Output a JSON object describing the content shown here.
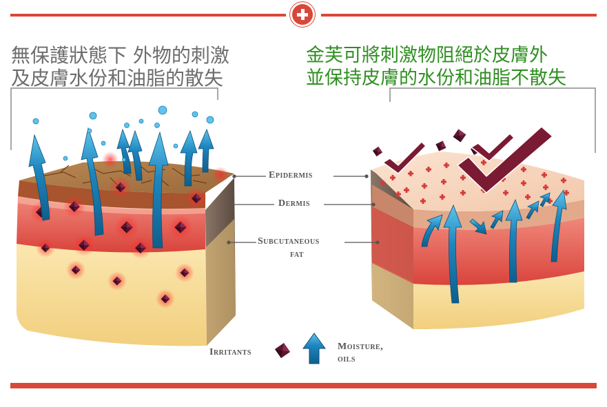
{
  "title_left": [
    "無保護狀態下 外物的刺激",
    "及皮膚水份和油脂的散失"
  ],
  "title_right": [
    "金芙可將刺激物阻絕於皮膚外",
    "並保持皮膚的水份和油脂不散失"
  ],
  "labels": {
    "epidermis": "Epidermis",
    "dermis": "Dermis",
    "subcutaneous": "Subcutaneous",
    "fat": "fat"
  },
  "legend": {
    "irritants": "Irritants",
    "moisture": "Moisture,",
    "oils": "oils"
  },
  "colors": {
    "accent_red": "#d8473a",
    "green_text": "#2f8f22",
    "gray_text": "#6d6d6d",
    "moisture_arrow": "#1e7fb4",
    "irritant": "#5a1530",
    "shield_checkmark": "#7a1a33"
  },
  "icons": [
    "medical-cross-icon",
    "irritant-diamond-icon",
    "moisture-arrow-icon",
    "checkmark-block-icon"
  ]
}
